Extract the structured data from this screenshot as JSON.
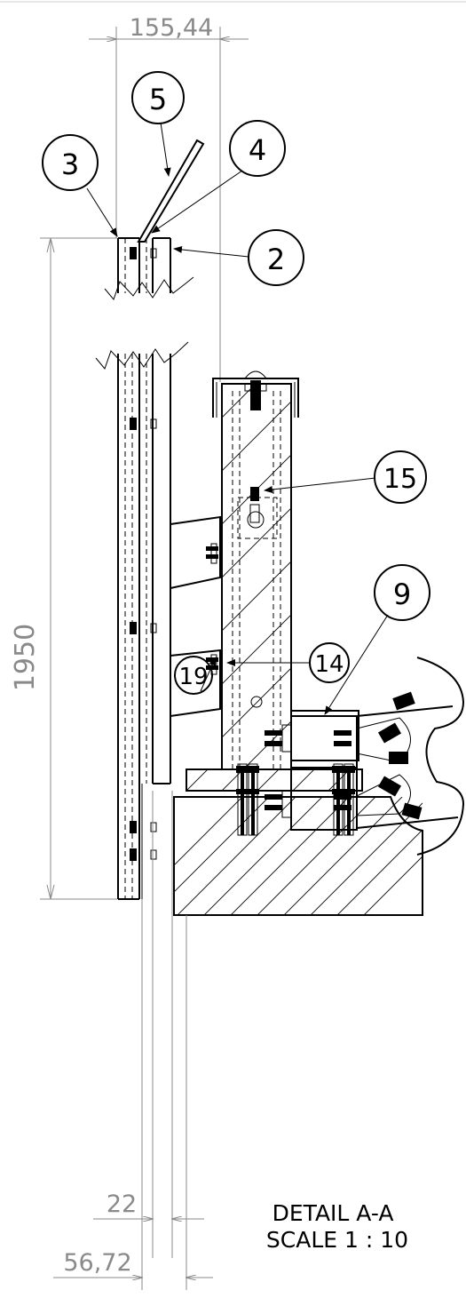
{
  "dimensions": {
    "top_width": "155,44",
    "height": "1950",
    "gap": "22",
    "bottom_width": "56,72"
  },
  "balloons": [
    "5",
    "4",
    "3",
    "2",
    "15",
    "9",
    "19",
    "14"
  ],
  "detail": {
    "title": "DETAIL A-A",
    "scale": "SCALE 1 : 10"
  }
}
